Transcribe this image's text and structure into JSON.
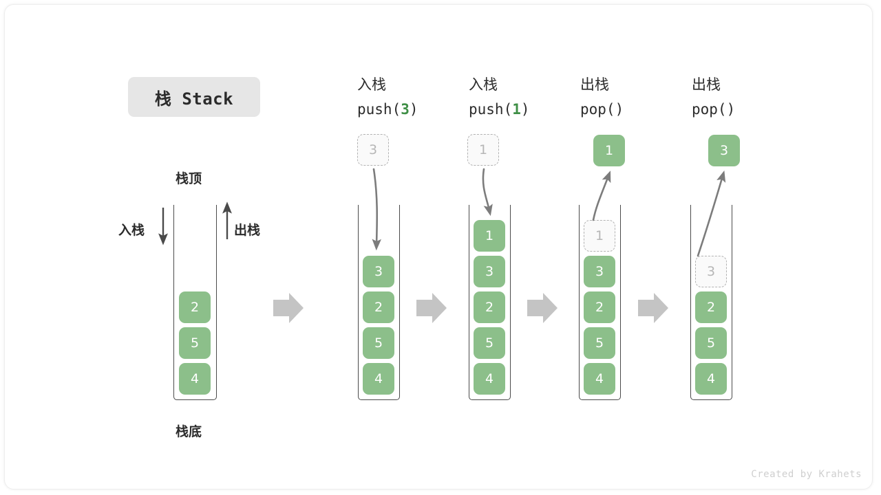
{
  "title_badge": {
    "text": "栈 Stack"
  },
  "labels": {
    "top": "栈顶",
    "bottom": "栈底",
    "push": "入栈",
    "pop": "出栈"
  },
  "colors": {
    "cell_fill": "#8cbf8a",
    "cell_text": "#ffffff",
    "ghost_fill": "#fafafa",
    "ghost_border": "#b2b2b2",
    "ghost_text": "#b6b6b6",
    "accent_green": "#3f8f46",
    "arrow_gray": "#c4c4c4",
    "curve_gray": "#7c7c7c",
    "badge_bg": "#e6e6e6",
    "text": "#2b2b2b"
  },
  "columns": [
    {
      "id": "initial",
      "header_cn": "",
      "header_code": "",
      "header_arg": "",
      "cells": [
        "2",
        "5",
        "4"
      ],
      "ghost_cell": null,
      "popped_value": null
    },
    {
      "id": "push-3",
      "header_cn": "入栈",
      "header_code_pre": "push(",
      "header_arg": "3",
      "header_code_post": ")",
      "incoming_value": "3",
      "cells": [
        "3",
        "2",
        "5",
        "4"
      ],
      "ghost_cell": null,
      "popped_value": null
    },
    {
      "id": "push-1",
      "header_cn": "入栈",
      "header_code_pre": "push(",
      "header_arg": "1",
      "header_code_post": ")",
      "incoming_value": "1",
      "cells": [
        "1",
        "3",
        "2",
        "5",
        "4"
      ],
      "ghost_cell": null,
      "popped_value": null
    },
    {
      "id": "pop-1",
      "header_cn": "出栈",
      "header_code_pre": "pop(",
      "header_arg": "",
      "header_code_post": ")",
      "popped_value": "1",
      "ghost_cell": "1",
      "cells": [
        "3",
        "2",
        "5",
        "4"
      ]
    },
    {
      "id": "pop-3",
      "header_cn": "出栈",
      "header_code_pre": "pop(",
      "header_arg": "",
      "header_code_post": ")",
      "popped_value": "3",
      "ghost_cell": "3",
      "cells": [
        "2",
        "5",
        "4"
      ]
    }
  ],
  "footer": {
    "credit": "Created by Krahets"
  }
}
